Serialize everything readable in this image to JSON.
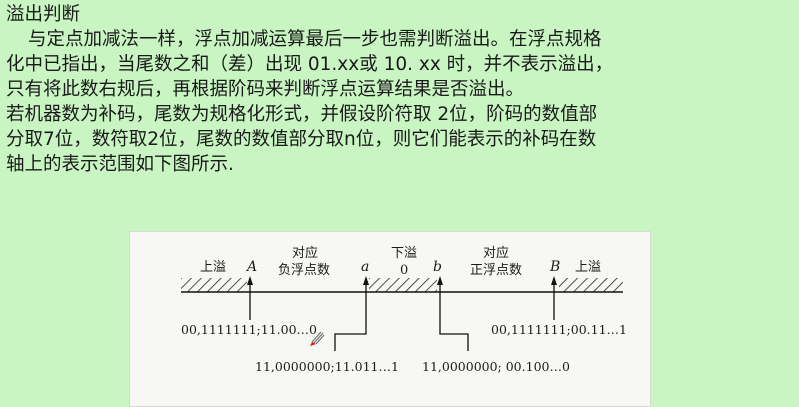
{
  "title": "溢出判断",
  "paragraph1": [
    "与定点加减法一样，浮点加减运算最后一步也需判断溢出。在浮点规格",
    "化中已指出，当尾数之和（差）出现 01.xx或 10. xx 时，并不表示溢出，",
    "只有将此数右规后，再根据阶码来判断浮点运算结果是否溢出。"
  ],
  "paragraph2": [
    "若机器数为补码，尾数为规格化形式，并假设阶符取 2位，阶码的数值部",
    "分取7位，数符取2位，尾数的数值部分取n位，则它们能表示的补码在数",
    "轴上的表示范围如下图所示."
  ],
  "figure": {
    "overflow_left": "上溢",
    "label_A": "A",
    "neg_label_1": "对应",
    "neg_label_2": "负浮点数",
    "label_a": "a",
    "underflow": "下溢",
    "zero": "0",
    "label_b": "b",
    "pos_label_1": "对应",
    "pos_label_2": "正浮点数",
    "label_B": "B",
    "overflow_right": "上溢",
    "code_A": "00,1111111;11.00…0",
    "code_a": "11,0000000;11.011…1",
    "code_b": "11,0000000; 00.100…0",
    "code_B": "00,1111111;00.11…1"
  }
}
